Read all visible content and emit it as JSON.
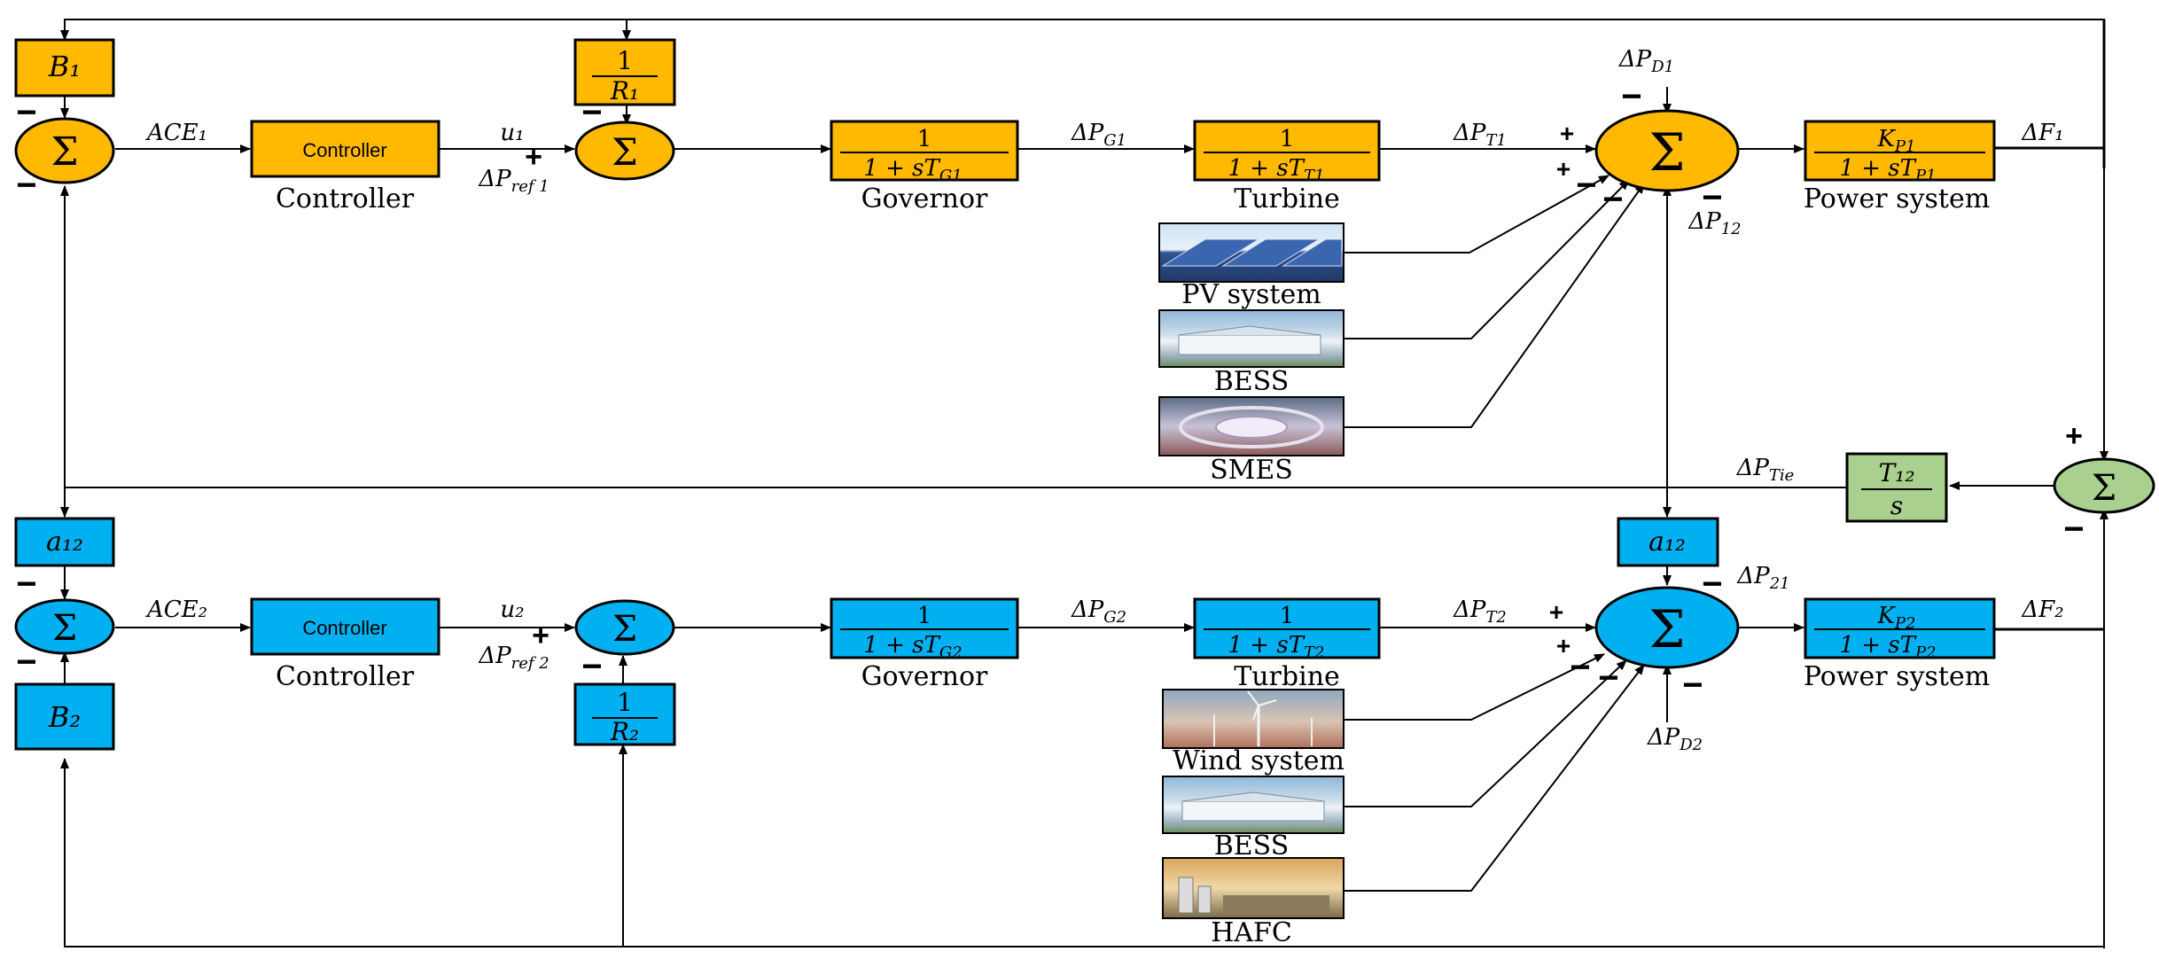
{
  "colors": {
    "area1": "#FFB900",
    "area2": "#00B0F0",
    "tie": "#A9D08E"
  },
  "area1": {
    "bias_gain": "B₁",
    "droop_num": "1",
    "droop_den": "R₁",
    "ace": "ACE₁",
    "controller_inside": "Controller",
    "controller_label": "Controller",
    "u": "u₁",
    "pref": "ΔP",
    "pref_sub": "ref 1",
    "governor_num": "1",
    "governor_den": "1 + sT",
    "governor_den_sub": "G1",
    "governor_label": "Governor",
    "dpg": "ΔP",
    "dpg_sub": "G1",
    "turbine_num": "1",
    "turbine_den": "1 + sT",
    "turbine_den_sub": "T1",
    "turbine_label": "Turbine",
    "dpt": "ΔP",
    "dpt_sub": "T1",
    "dpd": "ΔP",
    "dpd_sub": "D1",
    "dp12": "ΔP",
    "dp12_sub": "12",
    "ps_num": "K",
    "ps_num_sub": "P1",
    "ps_den": "1 + sT",
    "ps_den_sub": "P1",
    "ps_label": "Power system",
    "df": "ΔF₁",
    "sources": [
      "PV system",
      "BESS",
      "SMES"
    ]
  },
  "area2": {
    "bias_gain": "B₂",
    "droop_num": "1",
    "droop_den": "R₂",
    "a12_left": "a₁₂",
    "a12_right": "a₁₂",
    "ace": "ACE₂",
    "controller_inside": "Controller",
    "controller_label": "Controller",
    "u": "u₂",
    "pref": "ΔP",
    "pref_sub": "ref 2",
    "governor_num": "1",
    "governor_den": "1 + sT",
    "governor_den_sub": "G2",
    "governor_label": "Governor",
    "dpg": "ΔP",
    "dpg_sub": "G2",
    "turbine_num": "1",
    "turbine_den": "1 + sT",
    "turbine_den_sub": "T2",
    "turbine_label": "Turbine",
    "dpt": "ΔP",
    "dpt_sub": "T2",
    "dpd": "ΔP",
    "dpd_sub": "D2",
    "dp21": "ΔP",
    "dp21_sub": "21",
    "ps_num": "K",
    "ps_num_sub": "P2",
    "ps_den": "1 + sT",
    "ps_den_sub": "P2",
    "ps_label": "Power system",
    "df": "ΔF₂",
    "sources": [
      "Wind system",
      "BESS",
      "HAFC"
    ]
  },
  "tie": {
    "num": "T₁₂",
    "den": "s",
    "label": "ΔP",
    "label_sub": "Tie"
  },
  "signs": {
    "plus": "+",
    "minus": "−",
    "sigma": "Σ"
  }
}
